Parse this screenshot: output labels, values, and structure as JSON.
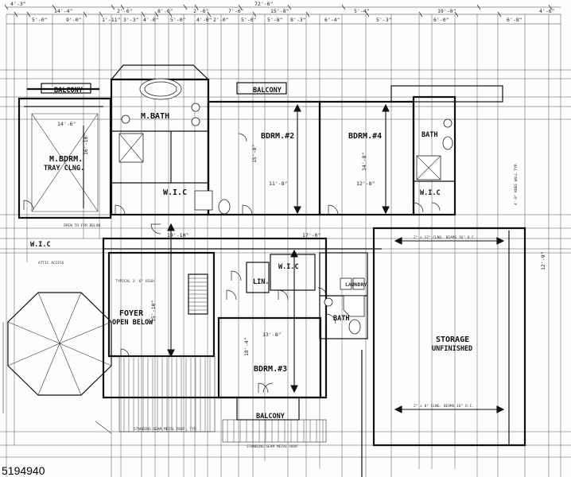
{
  "plan": {
    "overall_dim": "72'-6\"",
    "listing_id": "5194940",
    "rooms": {
      "m_bdrm": "M.BDRM.",
      "tray_clng": "TRAY CLNG.",
      "m_bath": "M.BATH",
      "wic_master": "W.I.C",
      "wic_left": "W.I.C",
      "balcony_top_left": "BALCONY",
      "balcony_top_mid": "BALCONY",
      "bdrm2": "BDRM.#2",
      "bdrm4": "BDRM.#4",
      "bath_right": "BATH",
      "wic_right": "W.I.C",
      "wic_center": "W.I.C",
      "lin": "LIN.",
      "laundry": "LAUNDRY",
      "bath_center": "BATH",
      "foyer": "FOYER",
      "open_below": "OPEN BELOW",
      "bdrm3": "BDRM.#3",
      "balcony_bottom": "BALCONY",
      "storage": "STORAGE",
      "unfinished": "UNFINISHED"
    },
    "top_dims": [
      "4'-3\"",
      "14'-4\"",
      "2'-6\"",
      "8'-0\"",
      "2'-6\"",
      "7'-6\"",
      "15'-8\"",
      "5'-4\"",
      "19'-0\"",
      "4'-6\""
    ],
    "second_dims": [
      "5'-0\"",
      "9'-0\"",
      "1'-11\"",
      "3'-3\"",
      "4'-0\"",
      "5'-0\"",
      "4'-0\"",
      "2'-0\"",
      "5'-0\"",
      "5'-8\"",
      "8'-3\"",
      "6'-4\"",
      "5'-3\"",
      "6'-0\"",
      "6'-8\""
    ],
    "room_dims": {
      "m_bdrm_w": "14'-6\"",
      "m_bdrm_d": "16'-10\"",
      "bdrm2_w": "11'-8\"",
      "bdrm2_d": "15'-8\"",
      "bdrm4_w": "12'-8\"",
      "bdrm4_d": "14'-8\"",
      "foyer_d": "15'-10\"",
      "hall_w": "19'-10\"",
      "bdrm3_w": "13'-8\"",
      "bdrm3_d": "18'-4\"",
      "wic_w": "17'-0\"",
      "storage_d": "12'-9\""
    },
    "notes": {
      "open_to_below": "OPEN TO FYR BELOW",
      "attic_access": "ATTIC ACCESS",
      "joists_top": "2\" x 12\" CLNG. BEAMS 16\" O.C.",
      "joists_bottom": "2\" x 8\" CLNG. BEAMS 16\" O.C.",
      "standing_seam_left": "STANDING SEAM METAL ROOF, TYP.",
      "standing_seam_mid": "STANDING SEAM METAL ROOF",
      "typical_rail": "TYPICAL 3'-6\" HIGH",
      "knee_wall": "4'-0\" KNEE WALL TYP."
    }
  }
}
